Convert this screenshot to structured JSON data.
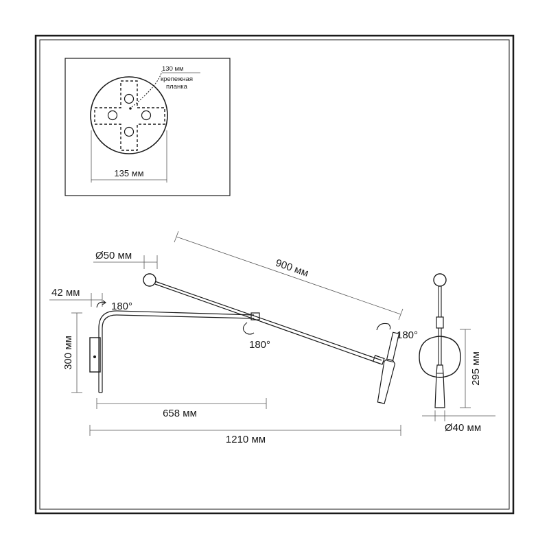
{
  "plate": {
    "dim_130": "130 мм",
    "plate_label_line1": "крепежная",
    "plate_label_line2": "планка",
    "dim_135": "135 мм"
  },
  "side_view": {
    "dim_diameter_50": "Ø50 мм",
    "dim_42": "42 мм",
    "dim_300": "300 мм",
    "dim_658": "658 мм",
    "dim_1210": "1210 мм",
    "dim_900": "900 мм",
    "rot_top": "180°",
    "rot_mid": "180°",
    "rot_right": "180°"
  },
  "front_view": {
    "dim_295": "295 мм",
    "dim_diameter_40": "Ø40 мм"
  }
}
